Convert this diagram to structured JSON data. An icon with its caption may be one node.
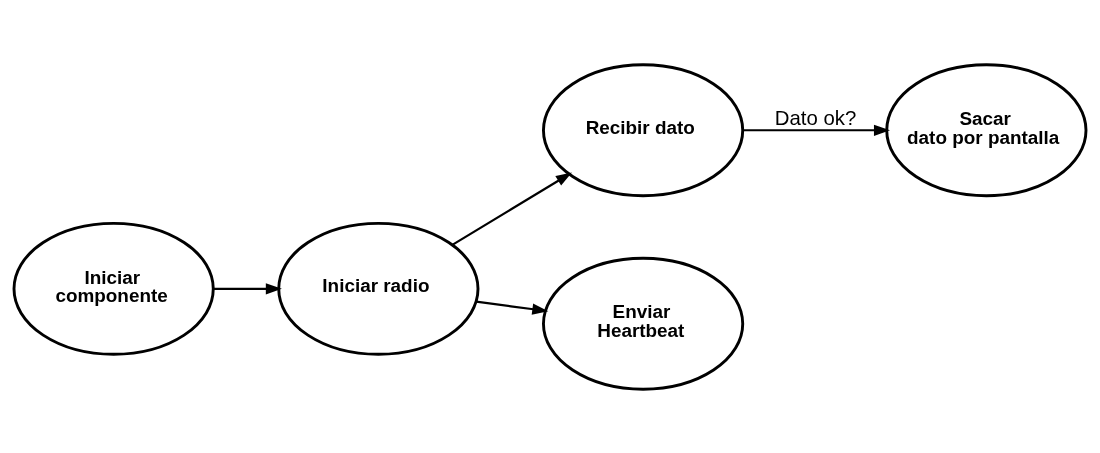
{
  "diagram": {
    "nodes": [
      {
        "text": [
          "Iniciar componente"
        ]
      },
      {
        "text": [
          "Iniciar radio"
        ]
      },
      {
        "text": [
          "Recibir dato"
        ]
      },
      {
        "text": [
          "Sacar dato por pantalla"
        ]
      },
      {
        "text": [
          "Enviar Heartbeat"
        ]
      }
    ],
    "edges": [
      {
        "from": 0,
        "to": 1,
        "arrow": "to"
      },
      {
        "from": 1,
        "to": 2,
        "arrow": "to"
      },
      {
        "from": 2,
        "to": 3,
        "arrow": "to",
        "label": "Dato ok?"
      },
      {
        "from": 1,
        "to": 4,
        "arrow": "to"
      }
    ]
  }
}
